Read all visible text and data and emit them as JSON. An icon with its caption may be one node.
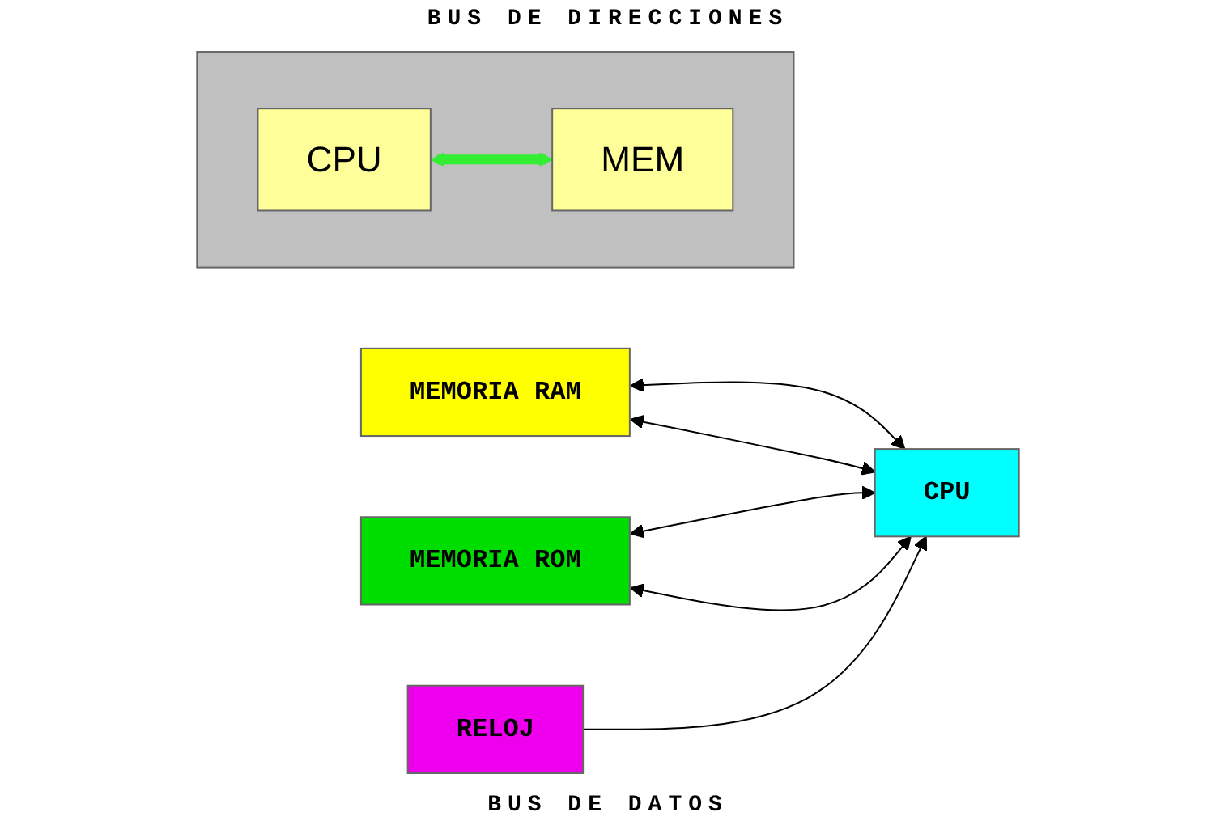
{
  "diagram": {
    "nodes": [
      {
        "text": [
          "MEMORIA RAM"
        ]
      },
      {
        "text": [
          "MEMORIA ROM"
        ]
      },
      {
        "text": [
          "CPU"
        ]
      },
      {
        "text": [
          "RELOJ"
        ]
      },
      {
        "text": [],
        "shape": "box"
      },
      {
        "text": [
          "CPU"
        ],
        "in": 4
      },
      {
        "text": [
          "MEM"
        ],
        "in": 4
      }
    ],
    "edges": [
      {
        "from": 0,
        "to": 2,
        "arrow": "both"
      },
      {
        "from": 1,
        "to": 2,
        "arrow": "both"
      },
      {
        "from": 0,
        "to": 2,
        "arrow": "both"
      },
      {
        "from": 1,
        "to": 2,
        "arrow": "both"
      },
      {
        "from": 3,
        "to": 2,
        "arrow": "to"
      },
      {
        "from": 5,
        "to": 6,
        "arrow": "both",
        "style": "thick",
        "color": "#33ee33"
      }
    ],
    "labels": [
      "BUS DE DIRECCIONES",
      "BUS DE DATOS"
    ]
  }
}
